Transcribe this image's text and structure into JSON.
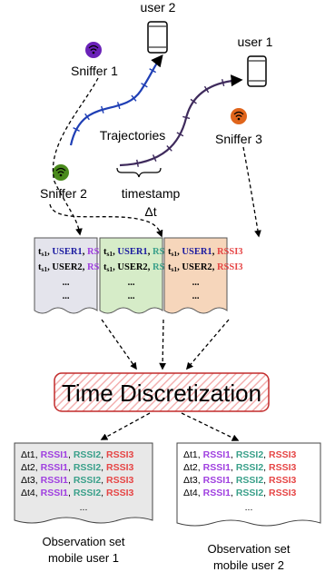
{
  "nodes": {
    "sniffer_1": "Sniffer 1",
    "sniffer_2": "Sniffer 2",
    "sniffer_3": "Sniffer 3",
    "user_1": "user 1",
    "user_2": "user 2",
    "trajectories": "Trajectories",
    "timestamp": "timestamp",
    "delta_t": "Δt"
  },
  "doc_common": {
    "ts": "t",
    "ts_sub": "s1",
    "comma": ",",
    "user1": "USER1",
    "user2": "USER2",
    "dots": "..."
  },
  "docs": [
    {
      "rssi": "RSSI1",
      "color": "#a040e0",
      "fill": "#e4e4ec"
    },
    {
      "rssi": "RSSI2",
      "color": "#3aa08a",
      "fill": "#d6ecc8"
    },
    {
      "rssi": "RSSI3",
      "color": "#e64545",
      "fill": "#f6d6bb"
    }
  ],
  "time_discretization": "Time Discretization",
  "observation_rows": [
    "Δt1",
    "Δt2",
    "Δt3",
    "Δt4"
  ],
  "observation_rssi": [
    {
      "label": "RSSI1",
      "color": "#a040e0"
    },
    {
      "label": "RSSI2",
      "color": "#3aa08a"
    },
    {
      "label": "RSSI3",
      "color": "#e64545"
    }
  ],
  "observation_sets": [
    {
      "line1": "Observation set",
      "line2": "mobile user 1"
    },
    {
      "line1": "Observation set",
      "line2": "mobile user 2"
    }
  ],
  "colors": {
    "user_text": "#1a1aa0",
    "sniffer_1": "#6a22b8",
    "sniffer_2": "#4a8a1c",
    "sniffer_3": "#e0651c",
    "trajectory_1": "#1f3fb5",
    "trajectory_2": "#3e2a5c",
    "td_stripe": "#f3b0b0",
    "td_border": "#c22b2b"
  }
}
